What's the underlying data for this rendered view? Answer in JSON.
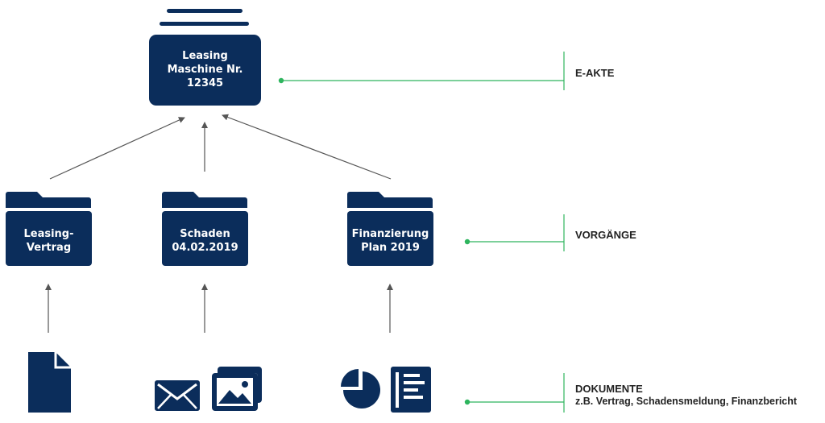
{
  "colors": {
    "navy": "#0b2d5b",
    "green": "#2eb55e",
    "arrow": "#555555"
  },
  "root": {
    "lines": [
      "Leasing",
      "Maschine Nr.",
      "12345"
    ]
  },
  "folders": [
    {
      "lines": [
        "Leasing-",
        "Vertrag"
      ]
    },
    {
      "lines": [
        "Schaden",
        "04.02.2019"
      ]
    },
    {
      "lines": [
        "Finanzierung",
        "Plan 2019"
      ]
    }
  ],
  "levels": [
    {
      "label": "E-AKTE",
      "sub": ""
    },
    {
      "label": "VORGÄNGE",
      "sub": ""
    },
    {
      "label": "DOKUMENTE",
      "sub": "z.B. Vertrag, Schadensmeldung, Finanzbericht"
    }
  ],
  "icons": [
    "stack-lines-icon",
    "document-icon",
    "envelope-icon",
    "photos-icon",
    "pie-chart-icon",
    "report-icon"
  ]
}
